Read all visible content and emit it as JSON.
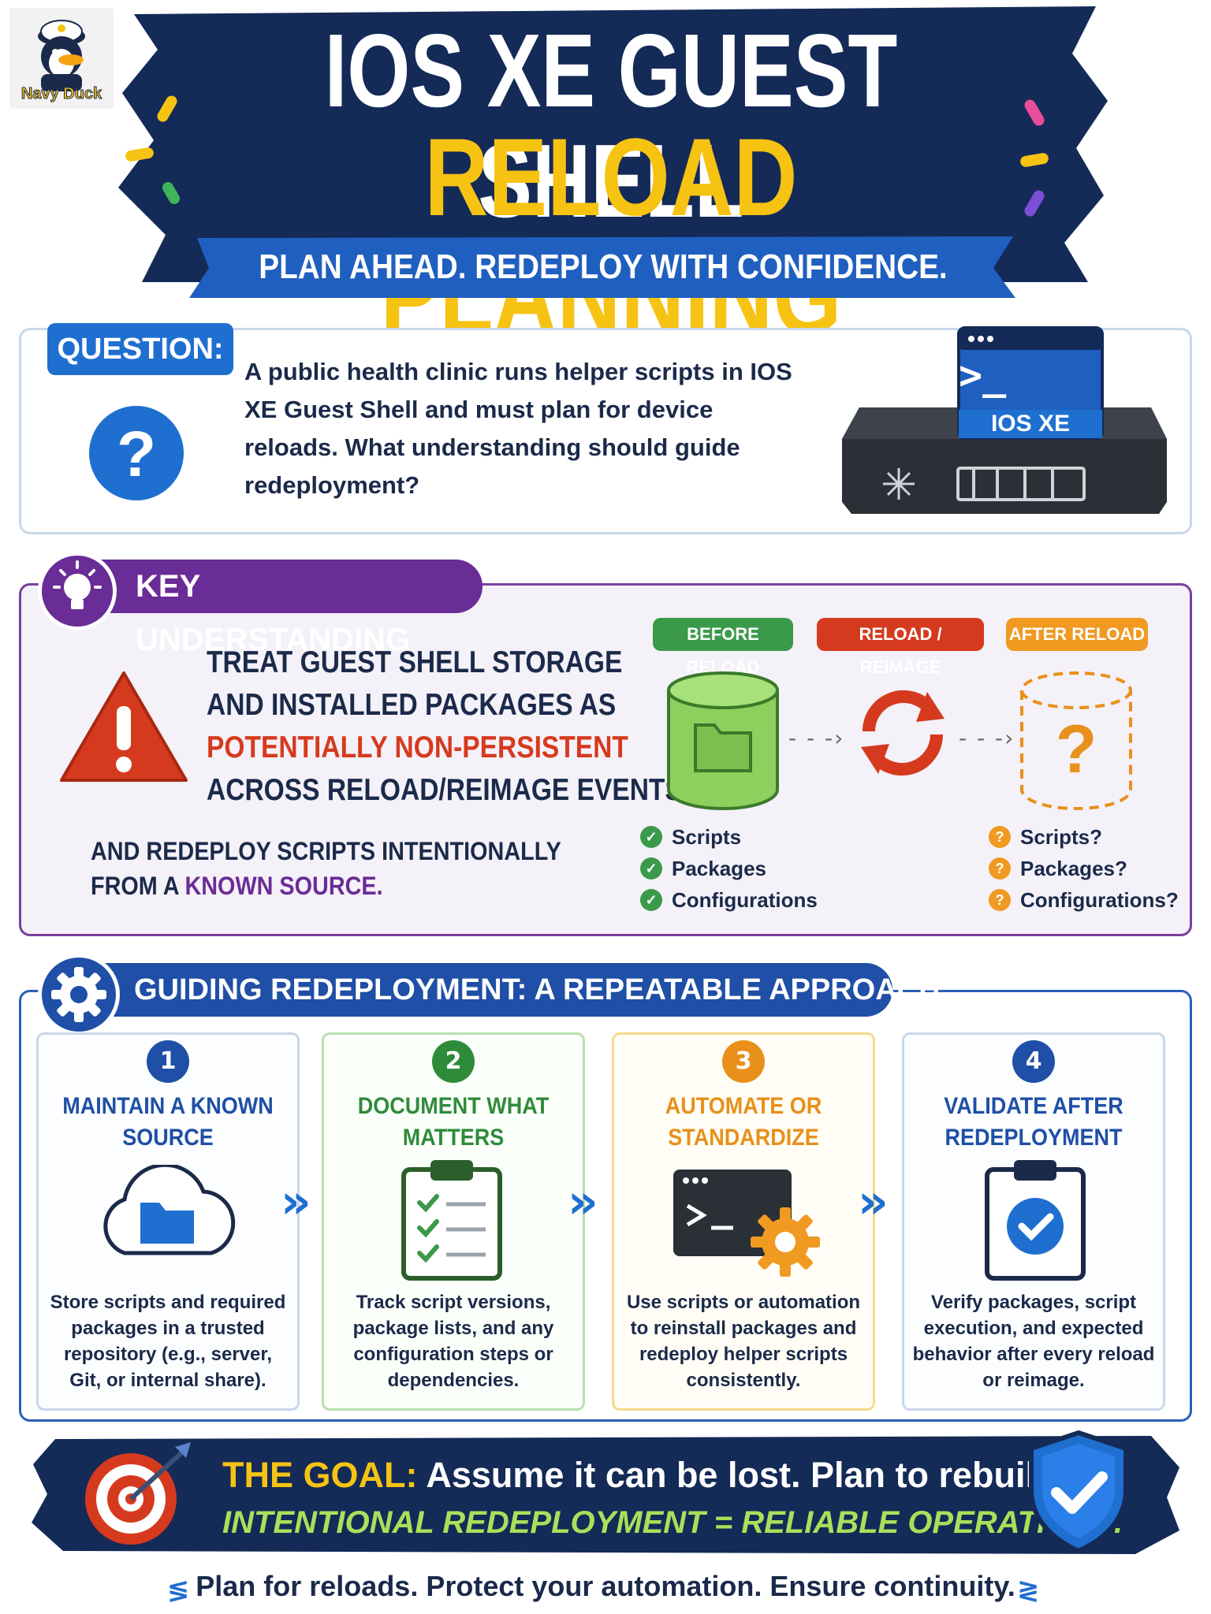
{
  "brand": {
    "logo_text": "Navy Duck"
  },
  "header": {
    "title_line1": "IOS XE GUEST SHELL",
    "title_line2": "RELOAD PLANNING",
    "subtitle": "PLAN AHEAD. REDEPLOY WITH CONFIDENCE."
  },
  "question": {
    "label": "QUESTION:",
    "text": "A public health clinic runs helper scripts in IOS XE Guest Shell and must plan for device reloads. What understanding should guide redeployment?",
    "device_label": "IOS XE",
    "device_prompt": ">_"
  },
  "key": {
    "label": "KEY UNDERSTANDING",
    "line1": "TREAT GUEST SHELL STORAGE",
    "line2": "AND INSTALLED PACKAGES AS",
    "line3": "POTENTIALLY NON-PERSISTENT",
    "line4": "ACROSS RELOAD/REIMAGE EVENTS",
    "sub_line1": "AND REDEPLOY SCRIPTS INTENTIONALLY",
    "sub_line2_prefix": "FROM A ",
    "sub_line2_highlight": "KNOWN SOURCE.",
    "stages": [
      "BEFORE RELOAD",
      "RELOAD / REIMAGE",
      "AFTER RELOAD"
    ],
    "before_items": [
      "Scripts",
      "Packages",
      "Configurations"
    ],
    "after_items": [
      "Scripts?",
      "Packages?",
      "Configurations?"
    ]
  },
  "steps": {
    "label": "GUIDING REDEPLOYMENT: A REPEATABLE APPROACH",
    "items": [
      {
        "num": "1",
        "title1": "MAINTAIN A KNOWN",
        "title2": "SOURCE",
        "desc": "Store scripts and required packages in a trusted repository (e.g., server, Git, or internal share).",
        "color": "#1f4fa6"
      },
      {
        "num": "2",
        "title1": "DOCUMENT WHAT",
        "title2": "MATTERS",
        "desc": "Track script versions, package lists, and any configuration steps or dependencies.",
        "color": "#2e8b3a"
      },
      {
        "num": "3",
        "title1": "AUTOMATE OR",
        "title2": "STANDARDIZE",
        "desc": "Use scripts or automation to reinstall packages and redeploy helper scripts consistently.",
        "color": "#e8901a"
      },
      {
        "num": "4",
        "title1": "VALIDATE AFTER",
        "title2": "REDEPLOYMENT",
        "desc": "Verify packages, script execution, and expected behavior after every reload or reimage.",
        "color": "#1f4fa6"
      }
    ]
  },
  "goal": {
    "label": "THE GOAL:",
    "text": "Assume it can be lost. Plan to rebuild it.",
    "tagline": "INTENTIONAL REDEPLOYMENT = RELIABLE OPERATIONS."
  },
  "footer": {
    "text": "Plan for reloads. Protect your automation. Ensure continuity."
  },
  "colors": {
    "navy": "#1b2a4a",
    "yellow": "#f6c313",
    "blue": "#1f6fd0",
    "purple": "#6a2c96",
    "red": "#d63a1e",
    "green": "#2e8b3a",
    "orange": "#e8901a"
  }
}
